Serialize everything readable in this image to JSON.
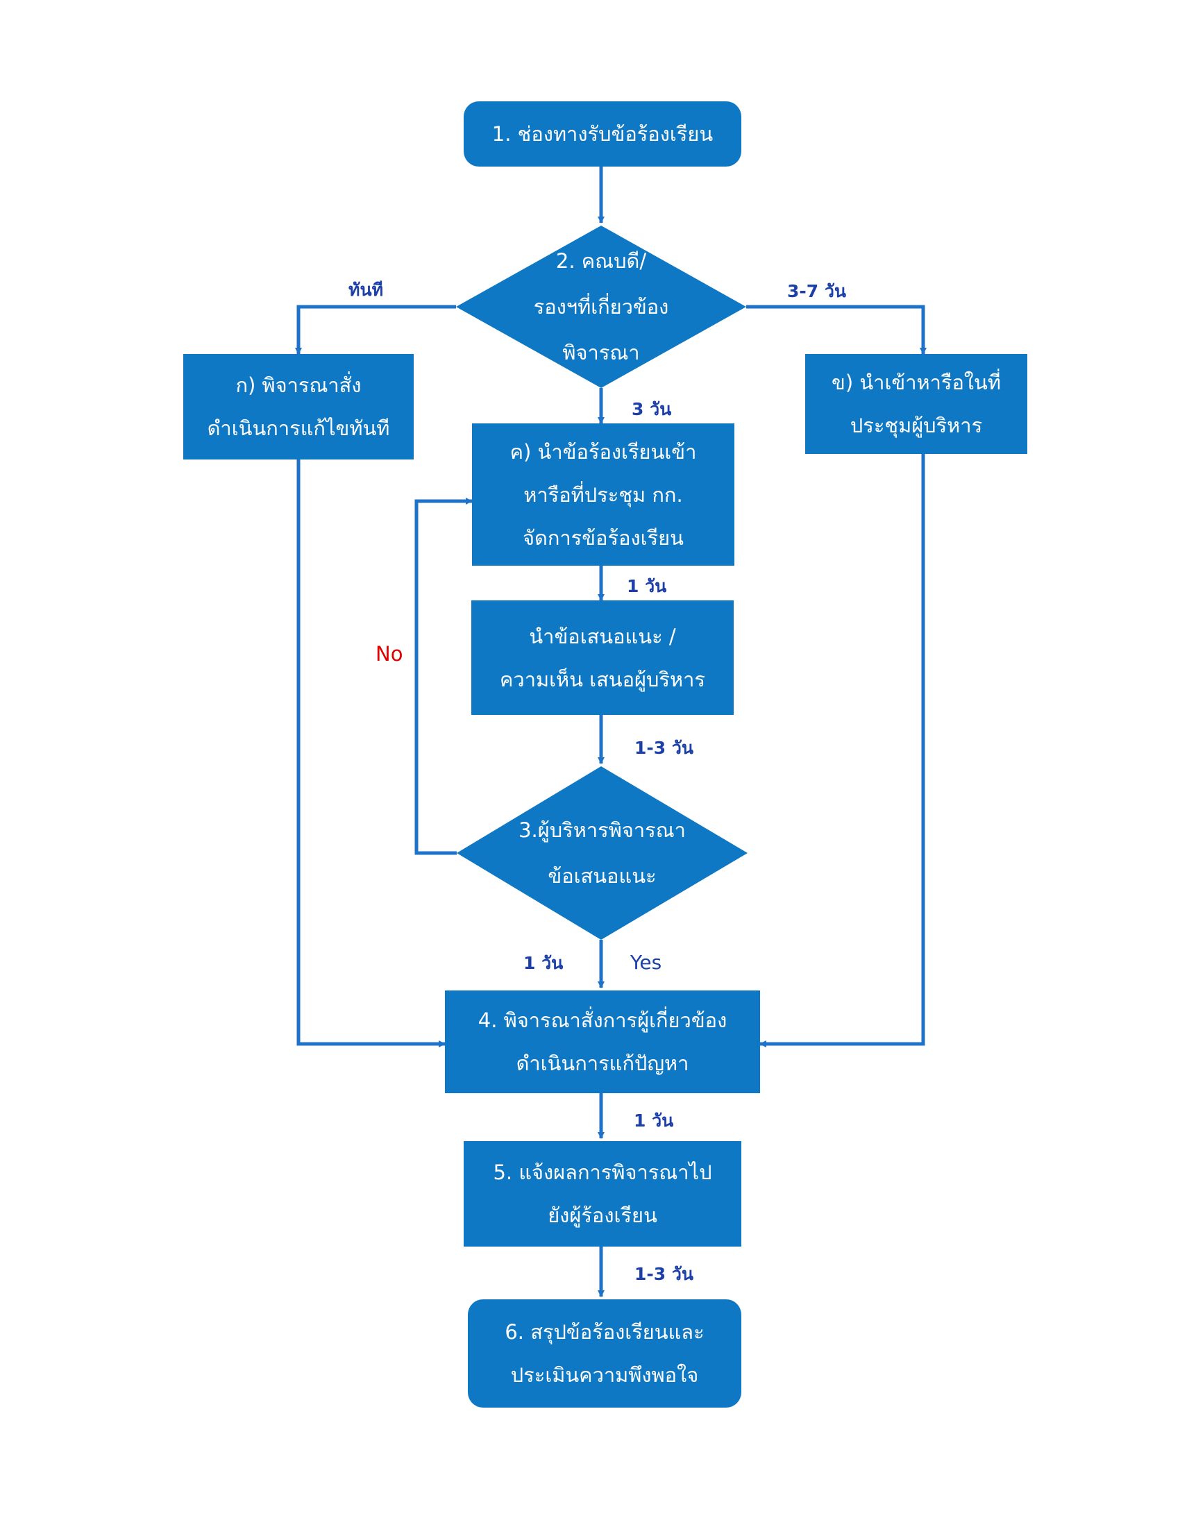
{
  "nodes": {
    "n1": {
      "lines": [
        "1. ช่องทางรับข้อร้องเรียน"
      ]
    },
    "n2": {
      "lines": [
        "2. คณบดี/",
        "รองฯที่เกี่ยวข้อง",
        "พิจารณา"
      ]
    },
    "na": {
      "lines": [
        "ก) พิจารณาสั่ง",
        "ดำเนินการแก้ไขทันที"
      ]
    },
    "nb": {
      "lines": [
        "ข) นำเข้าหารือในที่",
        "ประชุมผู้บริหาร"
      ]
    },
    "nc": {
      "lines": [
        "ค) นำข้อร้องเรียนเข้า",
        "หารือที่ประชุม กก.",
        "จัดการข้อร้องเรียน"
      ]
    },
    "nr": {
      "lines": [
        "นำข้อเสนอแนะ /",
        "ความเห็น เสนอผู้บริหาร"
      ]
    },
    "n3": {
      "lines": [
        "3.ผู้บริหารพิจารณา",
        "ข้อเสนอแนะ"
      ]
    },
    "n4": {
      "lines": [
        "4. พิจารณาสั่งการผู้เกี่ยวข้อง",
        "ดำเนินการแก้ปัญหา"
      ]
    },
    "n5": {
      "lines": [
        "5. แจ้งผลการพิจารณาไป",
        "ยังผู้ร้องเรียน"
      ]
    },
    "n6": {
      "lines": [
        "6. สรุปข้อร้องเรียนและ",
        "ประเมินความพึงพอใจ"
      ]
    }
  },
  "edge_labels": {
    "immediate": "ทันที",
    "d3_7": "3-7 วัน",
    "d3": "3 วัน",
    "d1_a": "1 วัน",
    "d1_3_a": "1-3 วัน",
    "no": "No",
    "d1_b": "1 วัน",
    "yes": "Yes",
    "d1_c": "1 วัน",
    "d1_3_b": "1-3 วัน"
  },
  "colors": {
    "shape_fill": "#0f78c4",
    "line": "#1e73c8",
    "label": "#1c3fa8",
    "no_label": "#e00000"
  }
}
